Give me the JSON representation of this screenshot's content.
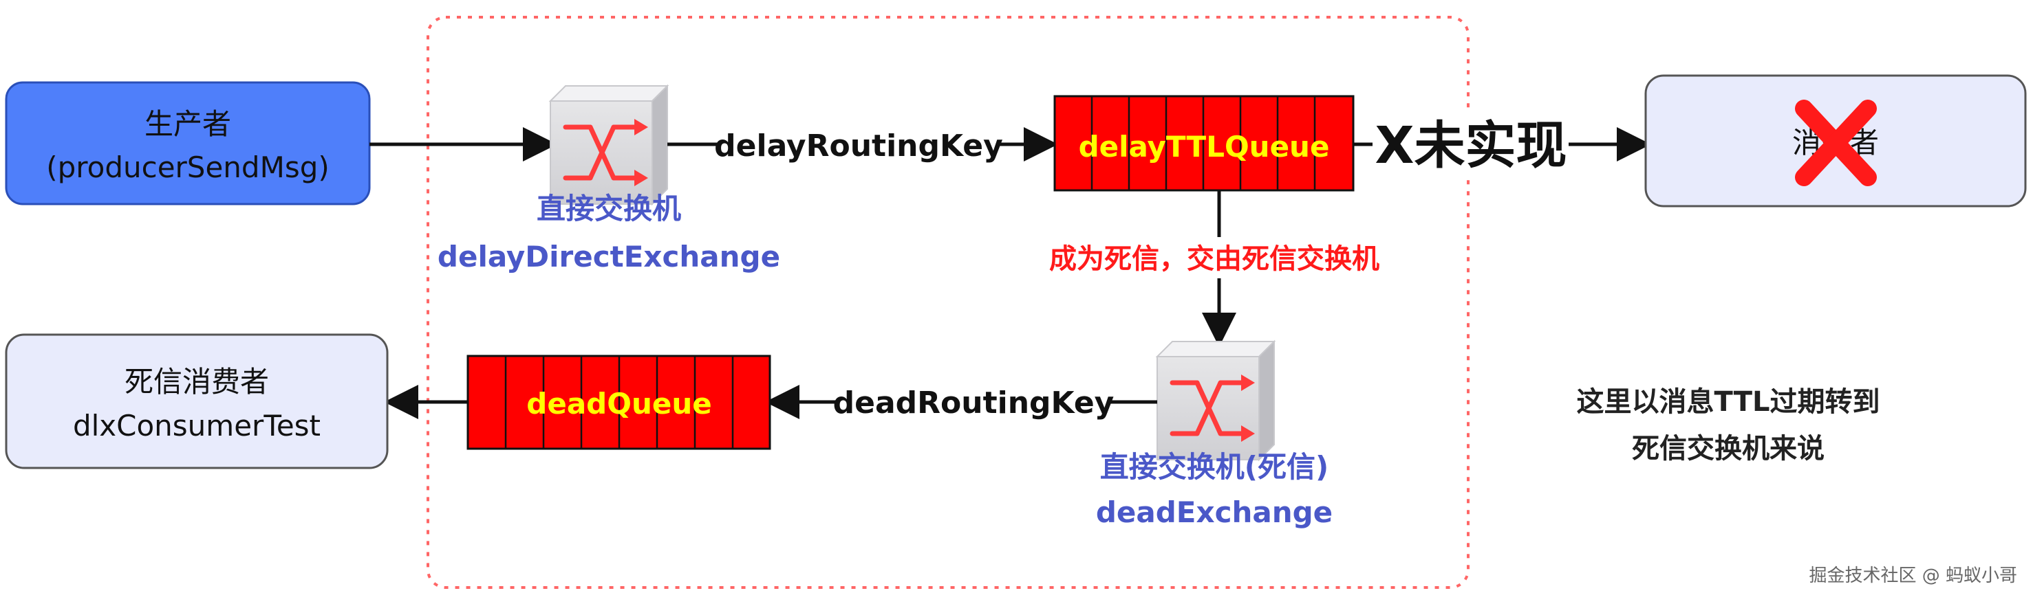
{
  "producer": {
    "line1": "生产者",
    "line2": "(producerSendMsg)"
  },
  "exchange1": {
    "name_cn": "直接交换机",
    "name_en": "delayDirectExchange",
    "icon": "exchange-icon"
  },
  "routing_key1": "delayRoutingKey",
  "queue1": {
    "name": "delayTTLQueue"
  },
  "not_implemented": "X未实现",
  "consumer": {
    "label": "消费者",
    "mark": "red-x-icon"
  },
  "dead_letter_text": "成为死信，交由死信交换机",
  "exchange2": {
    "name_cn": "直接交换机(死信)",
    "name_en": "deadExchange",
    "icon": "exchange-icon"
  },
  "routing_key2": "deadRoutingKey",
  "queue2": {
    "name": "deadQueue"
  },
  "dlx_consumer": {
    "line1": "死信消费者",
    "line2": "dlxConsumerTest"
  },
  "note": {
    "line1": "这里以消息TTL过期转到",
    "line2": "死信交换机来说"
  },
  "watermark": "掘金技术社区 @ 蚂蚁小哥",
  "colors": {
    "producer_fill": "#4f7ffa",
    "light_box_fill": "#e8ebfc",
    "queue_fill": "#ff0000",
    "queue_text": "#ffff00",
    "exchange_label": "#4a58c8",
    "dead_letter_text": "#ff1a1a",
    "dashed_border": "#ff6666"
  }
}
